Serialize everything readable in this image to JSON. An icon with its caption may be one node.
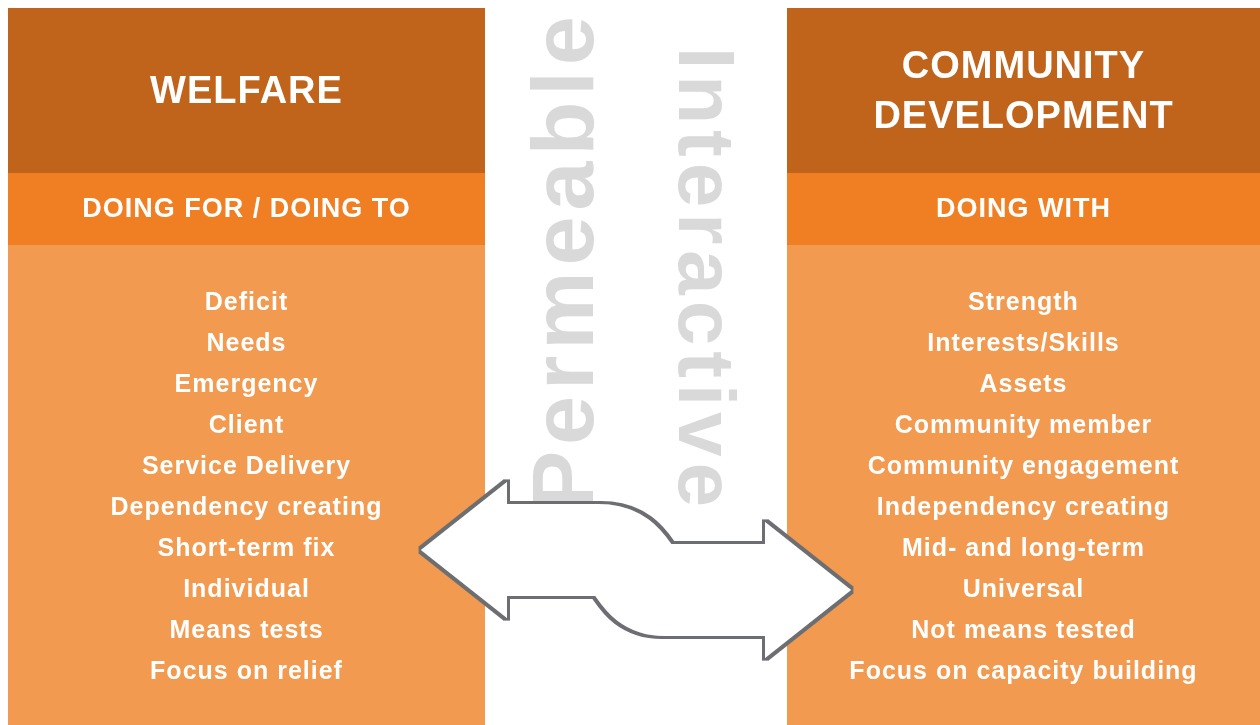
{
  "diagram": {
    "nodes": [
      {
        "text": [
          "WELFARE"
        ]
      },
      {
        "text": [
          "DOING FOR / DOING TO"
        ]
      },
      {
        "text": [
          "Deficit",
          "Needs",
          "Emergency",
          "Client",
          "Service Delivery",
          "Dependency creating",
          "Short-term fix",
          "Individual",
          "Means tests",
          "Focus on relief"
        ]
      },
      {
        "text": [
          "COMMUNITY DEVELOPMENT"
        ]
      },
      {
        "text": [
          "DOING WITH"
        ]
      },
      {
        "text": [
          "Strength",
          "Interests/Skills",
          "Assets",
          "Community member",
          "Community engagement",
          "Independency creating",
          "Mid- and long-term",
          "Universal",
          "Not means tested",
          "Focus on capacity building"
        ]
      }
    ],
    "edges": [
      {
        "from": 2,
        "to": 5,
        "arrow": "both"
      }
    ],
    "labels": [
      "Permeable",
      "Interactive"
    ]
  }
}
